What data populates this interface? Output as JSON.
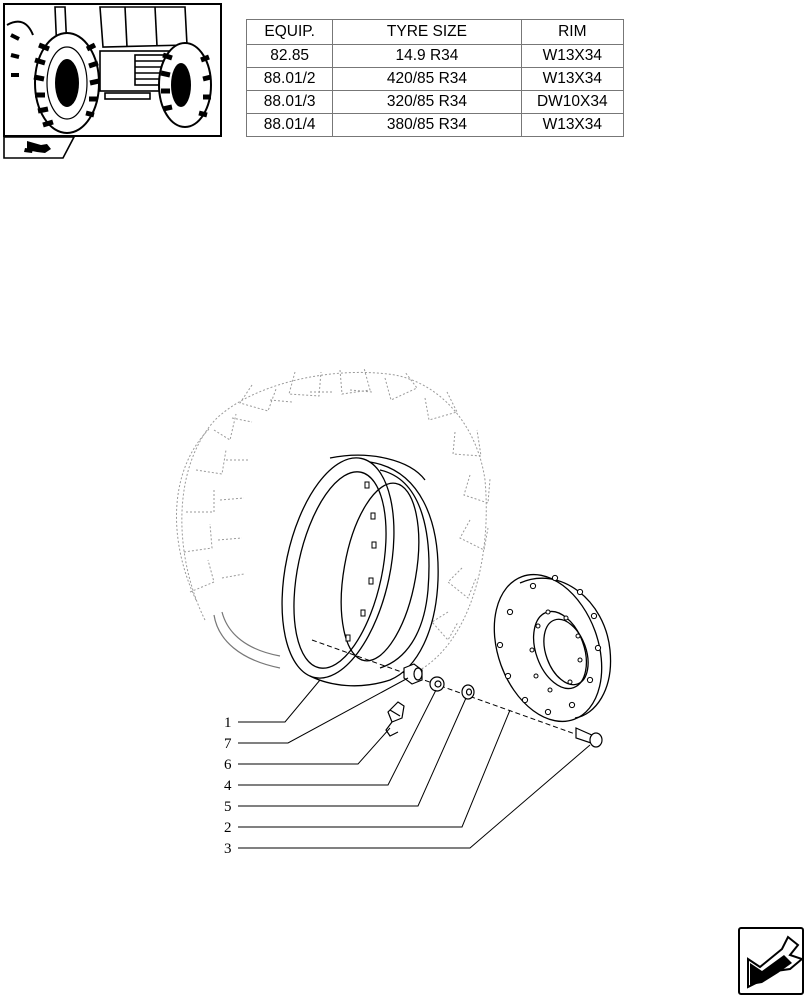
{
  "tyre_table": {
    "headers": [
      "EQUIP.",
      "TYRE SIZE",
      "RIM"
    ],
    "rows": [
      [
        "82.85",
        "14.9 R34",
        "W13X34"
      ],
      [
        "88.01/2",
        "420/85 R34",
        "W13X34"
      ],
      [
        "88.01/3",
        "320/85 R34",
        "DW10X34"
      ],
      [
        "88.01/4",
        "380/85 R34",
        "W13X34"
      ]
    ]
  },
  "callouts": [
    "1",
    "7",
    "6",
    "4",
    "5",
    "2",
    "3"
  ],
  "icons": {
    "thumbnail": "tractor-icon",
    "thumbnail_tab": "hand-pointer-icon",
    "navigation": "next-page-arrow-icon"
  }
}
